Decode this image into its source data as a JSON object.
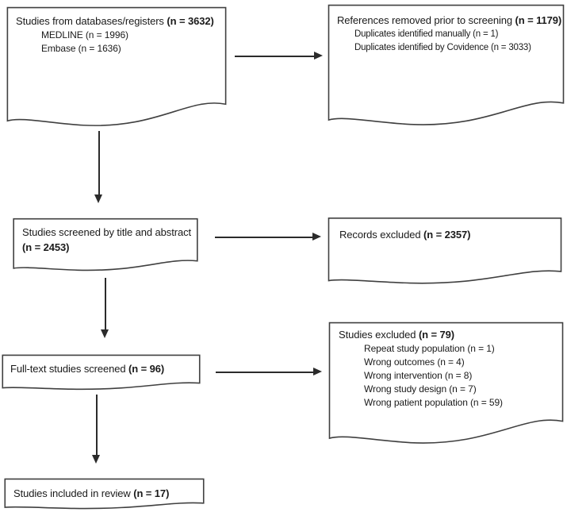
{
  "diagram": {
    "boxes": {
      "databases": {
        "title": "Studies from databases/registers ",
        "title_bold": "(n = 3632)",
        "items": [
          "MEDLINE (n = 1996)",
          "Embase (n = 1636)"
        ]
      },
      "removed": {
        "title": "References removed prior to screening ",
        "title_bold": "(n = 1179)",
        "items": [
          "Duplicates identified manually (n = 1)",
          "Duplicates identified by Covidence (n = 3033)"
        ]
      },
      "screened": {
        "title": "Studies screened by title and abstract ",
        "title_bold": "(n = 2453)"
      },
      "records_excluded": {
        "title": "Records excluded ",
        "title_bold": "(n = 2357)"
      },
      "fulltext": {
        "title": "Full-text studies screened ",
        "title_bold": "(n = 96)"
      },
      "studies_excluded": {
        "title": "Studies excluded ",
        "title_bold": "(n = 79)",
        "items": [
          "Repeat study population (n = 1)",
          "Wrong outcomes (n = 4)",
          "Wrong intervention (n = 8)",
          "Wrong study design (n = 7)",
          "Wrong patient population (n = 59)"
        ]
      },
      "included": {
        "title": "Studies included in review ",
        "title_bold": "(n = 17)"
      }
    },
    "colors": {
      "border": "#404040",
      "arrow": "#2b2b2b",
      "text": "#1a1a1a",
      "background": "#ffffff"
    }
  }
}
